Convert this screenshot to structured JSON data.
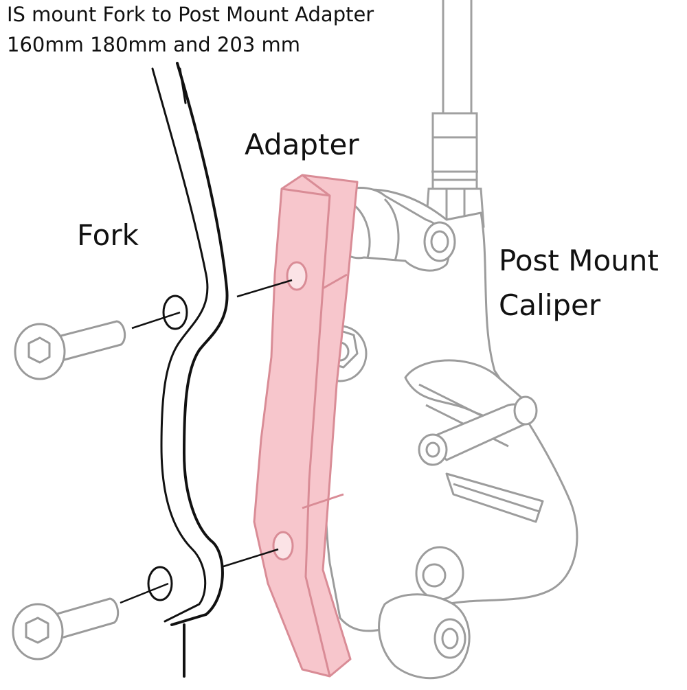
{
  "title": {
    "line1": "IS mount Fork to Post Mount Adapter",
    "line2": "160mm 180mm and 203 mm"
  },
  "labels": {
    "adapter": "Adapter",
    "fork": "Fork",
    "caliper_line1": "Post Mount",
    "caliper_line2": "Caliper"
  },
  "colors": {
    "adapter_fill": "#f7c6cc",
    "adapter_stroke": "#d98c96",
    "line_light": "#9a9a9a",
    "line_dark": "#111111"
  }
}
